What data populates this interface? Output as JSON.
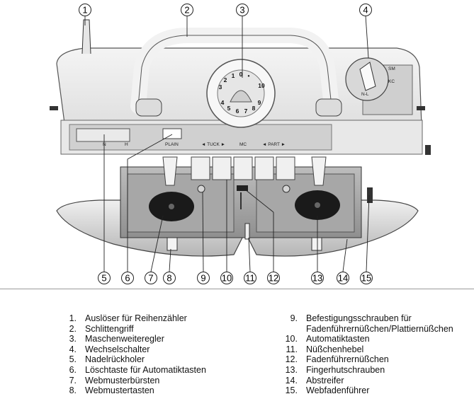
{
  "figure": {
    "callouts": [
      "1",
      "2",
      "3",
      "4",
      "5",
      "6",
      "7",
      "8",
      "9",
      "10",
      "11",
      "12",
      "13",
      "14",
      "15"
    ],
    "machine_labels": {
      "n": "N",
      "h": "H",
      "plain": "PLAIN",
      "tuck": "◄ TUCK ►",
      "mc": "MC",
      "part": "◄ PART ►",
      "sm": "SM",
      "kc": "KC",
      "nl": "N-L",
      "dial": [
        "0",
        "1",
        "2",
        "3",
        "4",
        "5",
        "6",
        "7",
        "8",
        "9",
        "10",
        "•"
      ]
    }
  },
  "legend": {
    "left": [
      {
        "num": "1.",
        "text": "Auslöser für Reihenzähler"
      },
      {
        "num": "2.",
        "text": "Schlittengriff"
      },
      {
        "num": "3.",
        "text": "Maschenweiteregler"
      },
      {
        "num": "4.",
        "text": "Wechselschalter"
      },
      {
        "num": "5.",
        "text": "Nadelrückholer"
      },
      {
        "num": "6.",
        "text": "Löschtaste für Automatiktasten"
      },
      {
        "num": "7.",
        "text": "Webmusterbürsten"
      },
      {
        "num": "8.",
        "text": "Webmustertasten"
      }
    ],
    "right": [
      {
        "num": "9.",
        "text": "Befestigungsschrauben für"
      },
      {
        "num": "",
        "text": "Fadenführernüßchen/Plattiernüßchen"
      },
      {
        "num": "10.",
        "text": "Automatiktasten"
      },
      {
        "num": "11.",
        "text": "Nüßchenhebel"
      },
      {
        "num": "12.",
        "text": "Fadenführernüßchen"
      },
      {
        "num": "13.",
        "text": "Fingerhutschrauben"
      },
      {
        "num": "14.",
        "text": "Abstreifer"
      },
      {
        "num": "15.",
        "text": "Webfadenführer"
      }
    ]
  }
}
